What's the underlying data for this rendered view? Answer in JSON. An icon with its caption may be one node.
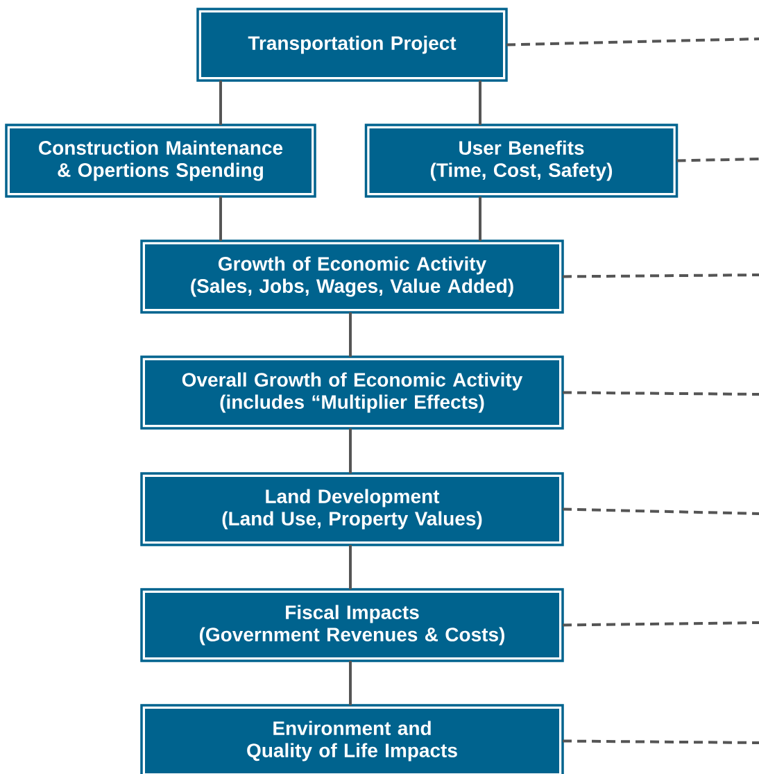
{
  "diagram": {
    "nodes": [
      {
        "text": [
          "Transportation Project"
        ]
      },
      {
        "text": [
          "Construction Maintenance & Opertions Spending"
        ]
      },
      {
        "text": [
          "User Benefits",
          "(Time, Cost, Safety)"
        ]
      },
      {
        "text": [
          "Growth of Economic Activity",
          "(Sales, Jobs, Wages, Value Added)"
        ]
      },
      {
        "text": [
          "Overall Growth of Economic Activity",
          "(includes “Multiplier Effects)"
        ]
      },
      {
        "text": [
          "Land Development",
          "(Land Use, Property Values)"
        ]
      },
      {
        "text": [
          "Fiscal Impacts",
          "(Government Revenues & Costs)"
        ]
      },
      {
        "text": [
          "Environment and Quality of Life Impacts"
        ]
      }
    ],
    "edges": [
      {
        "from": 0,
        "to": 1,
        "arrow": "none"
      },
      {
        "from": 0,
        "to": 2,
        "arrow": "none"
      },
      {
        "from": 1,
        "to": 3,
        "arrow": "none"
      },
      {
        "from": 2,
        "to": 3,
        "arrow": "none"
      },
      {
        "from": 3,
        "to": 4,
        "arrow": "none"
      },
      {
        "from": 4,
        "to": 5,
        "arrow": "none"
      },
      {
        "from": 5,
        "to": 6,
        "arrow": "none"
      },
      {
        "from": 6,
        "to": 7,
        "arrow": "none"
      },
      {
        "from": 0,
        "to": null,
        "arrow": "none",
        "style": "dashed"
      },
      {
        "from": 2,
        "to": null,
        "arrow": "none",
        "style": "dashed"
      },
      {
        "from": 3,
        "to": null,
        "arrow": "none",
        "style": "dashed"
      },
      {
        "from": 4,
        "to": null,
        "arrow": "none",
        "style": "dashed"
      },
      {
        "from": 5,
        "to": null,
        "arrow": "none",
        "style": "dashed"
      },
      {
        "from": 6,
        "to": null,
        "arrow": "none",
        "style": "dashed"
      },
      {
        "from": 7,
        "to": null,
        "arrow": "none",
        "style": "dashed"
      }
    ]
  }
}
